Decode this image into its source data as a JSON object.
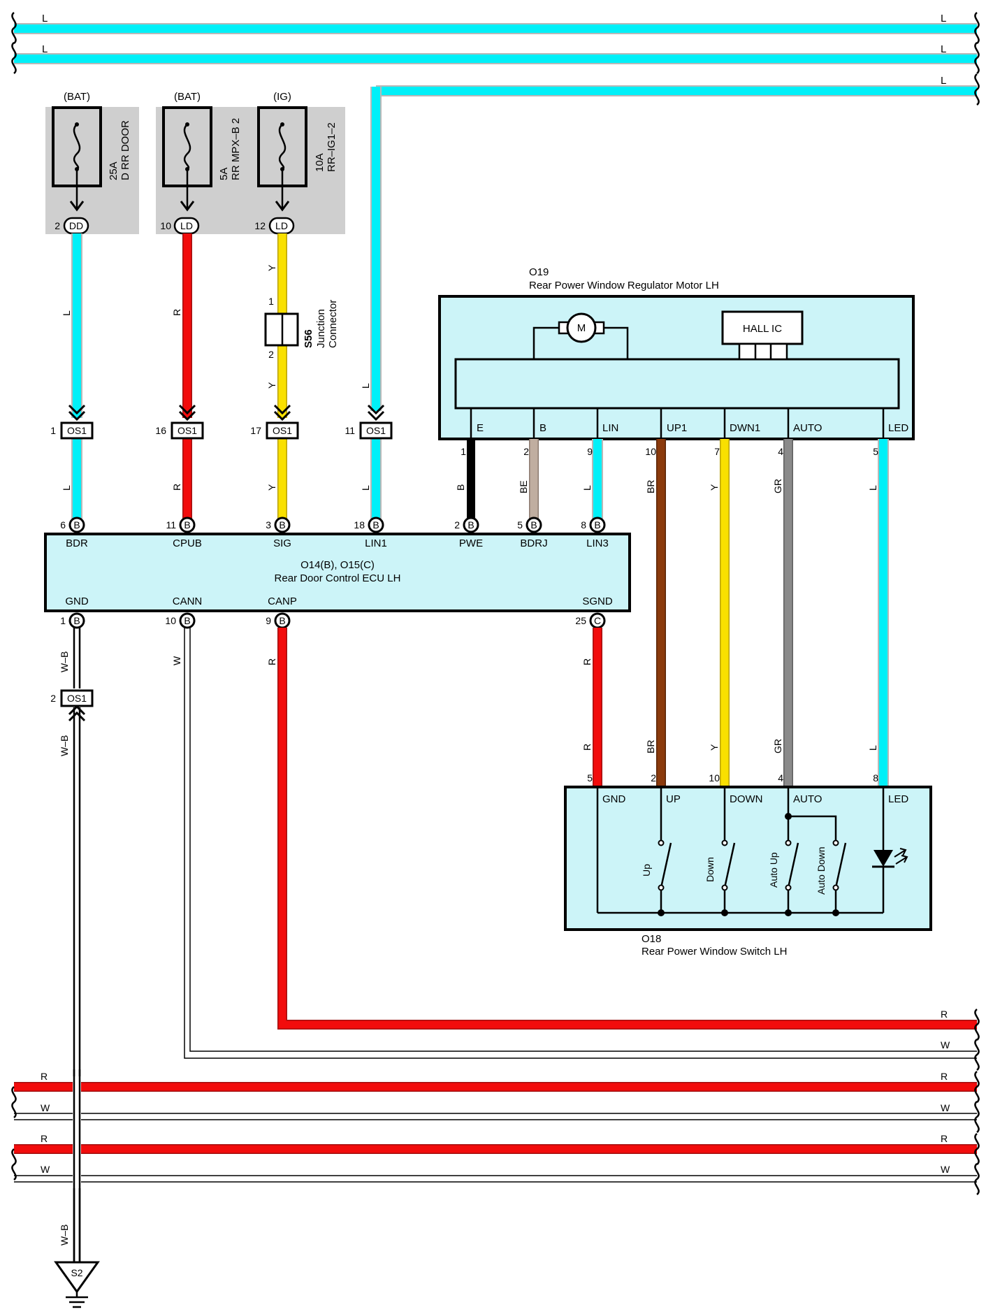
{
  "buses": {
    "top": [
      {
        "left_label": "L",
        "right_label": "L"
      },
      {
        "left_label": "L",
        "right_label": "L"
      },
      {
        "left_label": "",
        "right_label": "L"
      }
    ],
    "bottom": [
      {
        "left_label": "",
        "right_label": "R"
      },
      {
        "left_label": "",
        "right_label": "W"
      },
      {
        "left_label": "R",
        "right_label": "R"
      },
      {
        "left_label": "W",
        "right_label": "W"
      },
      {
        "left_label": "R",
        "right_label": "R"
      },
      {
        "left_label": "W",
        "right_label": "W"
      }
    ]
  },
  "fuses": [
    {
      "supply": "(BAT)",
      "rating": "25A",
      "name": "D RR DOOR",
      "pin": "2",
      "conn": "DD"
    },
    {
      "supply": "(BAT)",
      "rating": "5A",
      "name": "RR MPX–B 2",
      "pin": "10",
      "conn": "LD"
    },
    {
      "supply": "(IG)",
      "rating": "10A",
      "name": "RR–IG1–2",
      "pin": "12",
      "conn": "LD"
    }
  ],
  "wire_colors": {
    "L": "#00f0f8",
    "R": "#f20c0c",
    "Y": "#f9e000",
    "B": "#000000",
    "BE": "#c0aea0",
    "BR": "#8b3a0c",
    "GR": "#8a8a8a",
    "W": "#ffffff",
    "WB": "#000000"
  },
  "wires": {
    "fuse1_a": "L",
    "fuse2_a": "R",
    "fuse3_a": "Y",
    "fuse3_b": "Y",
    "os1_1": "L",
    "os1_16": "R",
    "os1_17": "Y",
    "os1_11": "L",
    "lin_top": "L",
    "motor_1": "B",
    "motor_2": "BE",
    "motor_9": "L",
    "motor_10a": "BR",
    "motor_7a": "Y",
    "motor_4a": "GR",
    "motor_5a": "L",
    "gnd_top": "W–B",
    "gnd_bot": "W–B",
    "gnd_end": "W–B",
    "cann": "W",
    "canp": "R",
    "sgnd_a": "R",
    "sgnd_b": "R",
    "up_b": "BR",
    "down_b": "Y",
    "auto_b": "GR",
    "led_b": "L"
  },
  "junction": {
    "code": "S56",
    "line1": "Junction",
    "line2": "Connector",
    "pin_in": "1",
    "pin_out": "2"
  },
  "os1": [
    {
      "pin": "1",
      "label": "OS1"
    },
    {
      "pin": "16",
      "label": "OS1"
    },
    {
      "pin": "17",
      "label": "OS1"
    },
    {
      "pin": "11",
      "label": "OS1"
    },
    {
      "pin": "2",
      "label": "OS1"
    }
  ],
  "ecu": {
    "code": "O14(B), O15(C)",
    "name": "Rear Door Control ECU LH",
    "top_pins": [
      {
        "pin": "6",
        "conn": "B",
        "name": "BDR"
      },
      {
        "pin": "11",
        "conn": "B",
        "name": "CPUB"
      },
      {
        "pin": "3",
        "conn": "B",
        "name": "SIG"
      },
      {
        "pin": "18",
        "conn": "B",
        "name": "LIN1"
      },
      {
        "pin": "2",
        "conn": "B",
        "name": "PWE"
      },
      {
        "pin": "5",
        "conn": "B",
        "name": "BDRJ"
      },
      {
        "pin": "8",
        "conn": "B",
        "name": "LIN3"
      }
    ],
    "bottom_pins": [
      {
        "pin": "1",
        "conn": "B",
        "name": "GND"
      },
      {
        "pin": "10",
        "conn": "B",
        "name": "CANN"
      },
      {
        "pin": "9",
        "conn": "B",
        "name": "CANP"
      },
      {
        "pin": "25",
        "conn": "C",
        "name": "SGND"
      }
    ]
  },
  "motor": {
    "code": "O19",
    "name": "Rear Power Window Regulator Motor LH",
    "motor_symbol": "M",
    "hall": "HALL IC",
    "terminals": [
      {
        "name": "E",
        "pin": "1"
      },
      {
        "name": "B",
        "pin": "2"
      },
      {
        "name": "LIN",
        "pin": "9"
      },
      {
        "name": "UP1",
        "pin": "10"
      },
      {
        "name": "DWN1",
        "pin": "7"
      },
      {
        "name": "AUTO",
        "pin": "4"
      },
      {
        "name": "LED",
        "pin": "5"
      }
    ]
  },
  "switch": {
    "code": "O18",
    "name": "Rear Power Window Switch LH",
    "terminals": [
      {
        "name": "GND",
        "pin": "5"
      },
      {
        "name": "UP",
        "pin": "2"
      },
      {
        "name": "DOWN",
        "pin": "10"
      },
      {
        "name": "AUTO",
        "pin": "4"
      },
      {
        "name": "LED",
        "pin": "8"
      }
    ],
    "contacts": [
      "Up",
      "Down",
      "Auto Up",
      "Auto Down"
    ]
  },
  "ground": {
    "label": "S2"
  }
}
